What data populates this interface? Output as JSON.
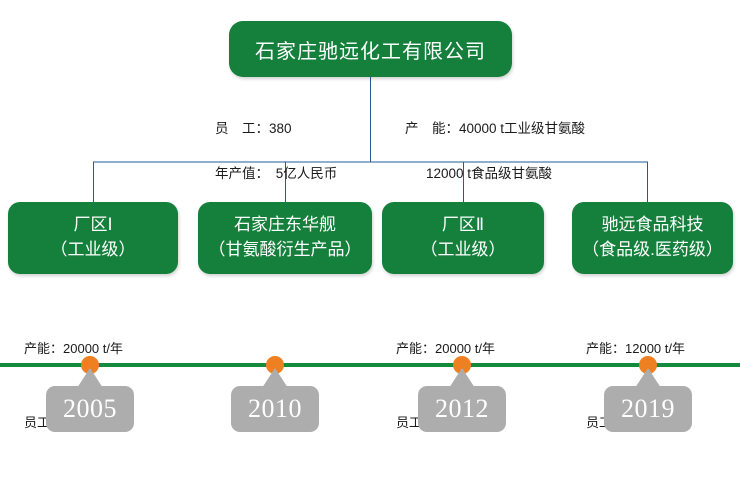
{
  "diagram": {
    "title": "石家庄驰远化工有限公司",
    "root": {
      "label": "石家庄驰远化工有限公司"
    },
    "annotations": {
      "left": {
        "line1": "员　工：380",
        "line2": "年产值：　5亿人民币"
      },
      "right": {
        "line1": "产　能：40000 t工业级甘氨酸",
        "line2": "12000 t食品级甘氨酸"
      }
    },
    "units": [
      {
        "name": "厂区Ⅰ",
        "qualifier": "（工业级）",
        "capacity": "产能：20000 t/年",
        "staff": "员工：120+"
      },
      {
        "name": "石家庄东华舰",
        "qualifier": "（甘氨酸衍生产品）",
        "capacity": "",
        "staff": ""
      },
      {
        "name": "厂区Ⅱ",
        "qualifier": "（工业级）",
        "capacity": "产能：20000 t/年",
        "staff": "员工：180+"
      },
      {
        "name": "驰远食品科技",
        "qualifier": "（食品级.医药级）",
        "capacity": "产能：12000 t/年",
        "staff": "员工：　70+"
      }
    ],
    "timeline": {
      "markers": [
        {
          "year": "2005"
        },
        {
          "year": "2010"
        },
        {
          "year": "2012"
        },
        {
          "year": "2019"
        }
      ]
    },
    "colors": {
      "box_green": "#14803C",
      "timeline_green": "#138A3C",
      "marker_orange": "#EF8022",
      "callout_gray": "#ADADAD",
      "connector_blue": "#1F5C99",
      "text_dark": "#1b1b1b",
      "box_text": "#ffffff"
    }
  }
}
